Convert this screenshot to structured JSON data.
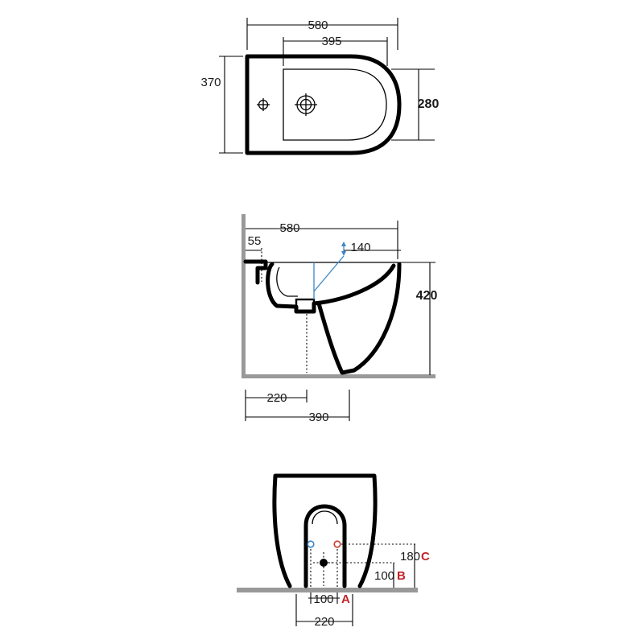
{
  "colors": {
    "outline": "#000000",
    "wall_floor": "#999999",
    "water_supply": "#3a86c6",
    "reference_letter": "#c0242a",
    "cold_marker": "#3a86c6",
    "hot_marker": "#d03a2a"
  },
  "top_view": {
    "width_total": "580",
    "bowl_length": "395",
    "depth_total": "370",
    "depth_bowl": "280"
  },
  "side_view": {
    "width_total": "580",
    "tap_offset": "55",
    "supply_height": "140",
    "height": "420",
    "drain_distance": "220",
    "foot_distance": "390"
  },
  "front_view": {
    "height_c": "180",
    "label_c": "C",
    "height_b": "100",
    "label_b": "B",
    "spacing_a": "100",
    "label_a": "A",
    "base_width": "220"
  }
}
